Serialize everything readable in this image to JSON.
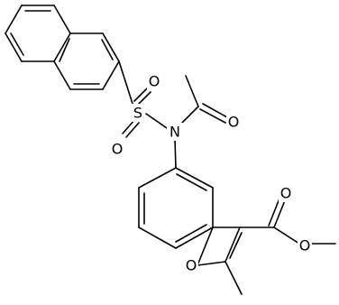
{
  "atoms": {
    "sulfonyl_o_top": "O",
    "sulfonyl_o_bottom": "O",
    "sulfur": "S",
    "nitrogen": "N",
    "acetyl_o": "O",
    "ester_o_carbonyl": "O",
    "ester_o_ether": "O",
    "furan_o": "O"
  },
  "colors": {
    "line": "#000000",
    "background": "#ffffff"
  }
}
